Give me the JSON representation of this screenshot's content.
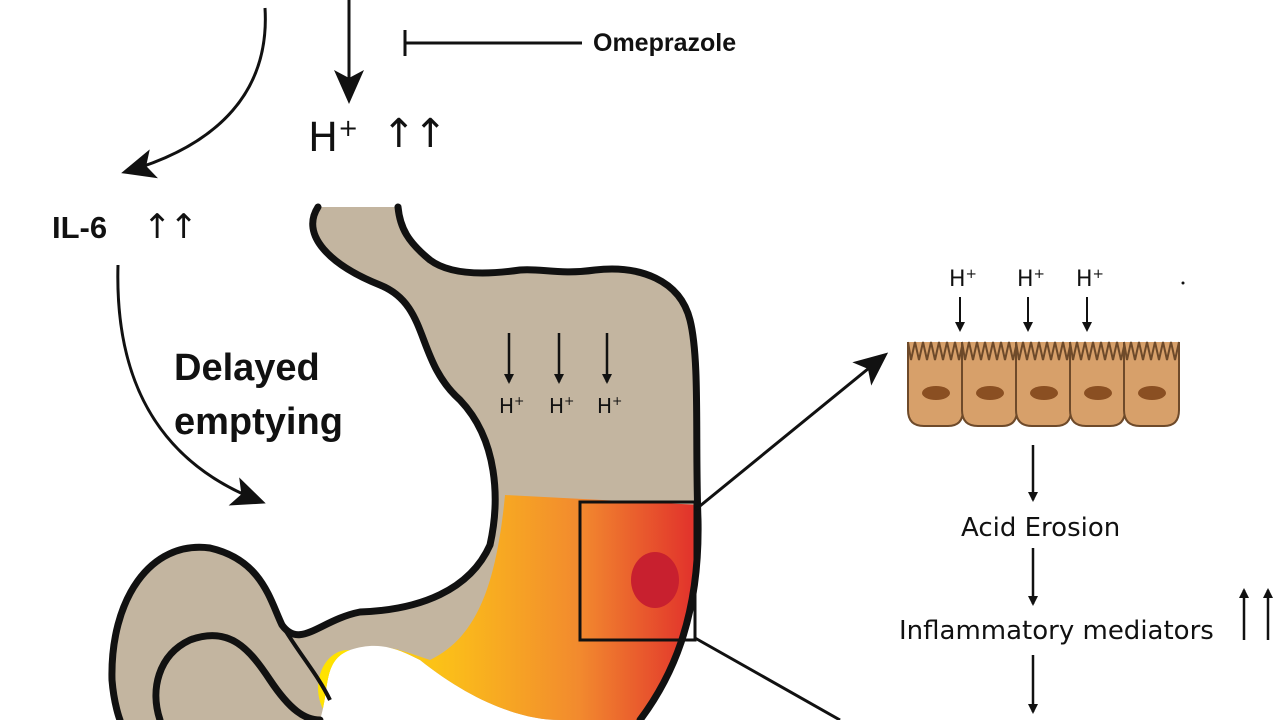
{
  "labels": {
    "omeprazole": "Omeprazole",
    "h_top": "H",
    "h_plus": "+",
    "increase_arrows": "↑↑",
    "il6": "IL-6",
    "delayed_line1": "Delayed",
    "delayed_line2": "emptying",
    "acid_erosion": "Acid Erosion",
    "inflammatory_mediators": "Inflammatory mediators",
    "h_stomach": [
      "H",
      "H",
      "H"
    ],
    "h_cells": [
      "H",
      "H",
      "H"
    ]
  },
  "colors": {
    "stomach_wall": "#c3b5a0",
    "outline": "#111111",
    "antrum_gradient": [
      "#ffe600",
      "#f5a623",
      "#ee6a2e",
      "#e23a2e"
    ],
    "ulcer": "#c8202f",
    "cell_fill": "#d7a06a",
    "cell_nucleus": "#8a4f22"
  }
}
